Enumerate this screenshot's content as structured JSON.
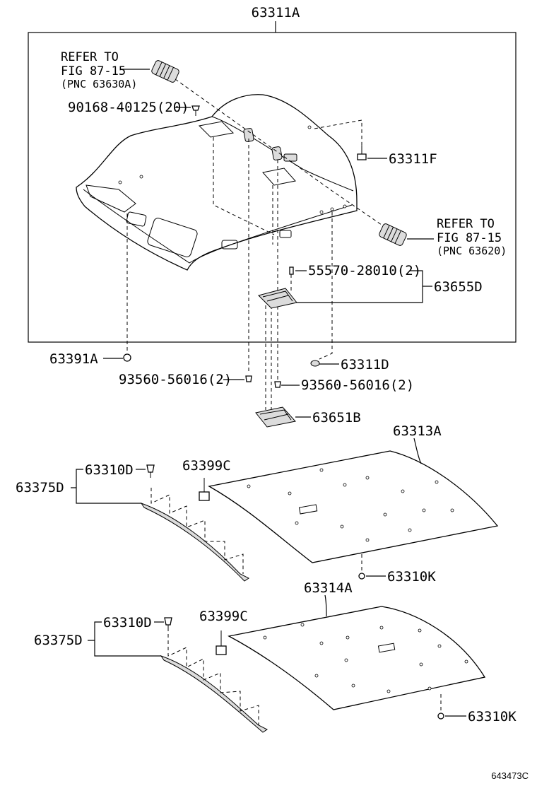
{
  "labels": {
    "headlining_assembly": "63311A",
    "refer_top_line1": "REFER TO",
    "refer_top_line2": "FIG 87-15",
    "refer_top_line3": "(PNC 63630A)",
    "screw_top": "90168-40125(20)",
    "clip_f": "63311F",
    "refer_right_line1": "REFER TO",
    "refer_right_line2": "FIG 87-15",
    "refer_right_line3": "(PNC 63620)",
    "screw_mid": "55570-28010(2)",
    "cover_d": "63655D",
    "clip_391a": "63391A",
    "clip_d": "63311D",
    "screw_left": "93560-56016(2)",
    "screw_right": "93560-56016(2)",
    "cover_b": "63651B",
    "silencer_a": "63313A",
    "clip_310d_1": "63310D",
    "clip_399c_1": "63399C",
    "trim_375d_1": "63375D",
    "clip_310k_1": "63310K",
    "silencer_b": "63314A",
    "clip_310d_2": "63310D",
    "clip_399c_2": "63399C",
    "trim_375d_2": "63375D",
    "clip_310k_2": "63310K",
    "illustration_code": "643473C"
  }
}
